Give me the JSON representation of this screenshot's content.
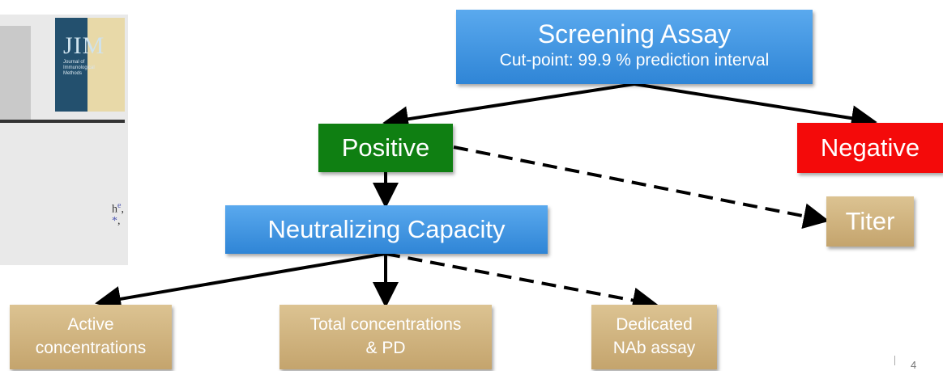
{
  "journal": {
    "logo": "JIM",
    "cover_title": "Journal of Immunological Methods",
    "snippet_line1": "h",
    "snippet_sup": "e",
    "snippet_line2": "*"
  },
  "boxes": {
    "screening_title": "Screening Assay",
    "screening_sub": "Cut-point: 99.9 % prediction interval",
    "positive": "Positive",
    "negative": "Negative",
    "neutralizing": "Neutralizing Capacity",
    "titer": "Titer",
    "active_line1": "Active",
    "active_line2": "concentrations",
    "total_line1": "Total concentrations",
    "total_line2": "& PD",
    "dedicated_line1": "Dedicated",
    "dedicated_line2": "NAb assay"
  },
  "page_number": "4",
  "colors": {
    "blue": "#3f95e2",
    "green": "#0f7f12",
    "red": "#f40a0a",
    "tan": "#cfb27d"
  }
}
